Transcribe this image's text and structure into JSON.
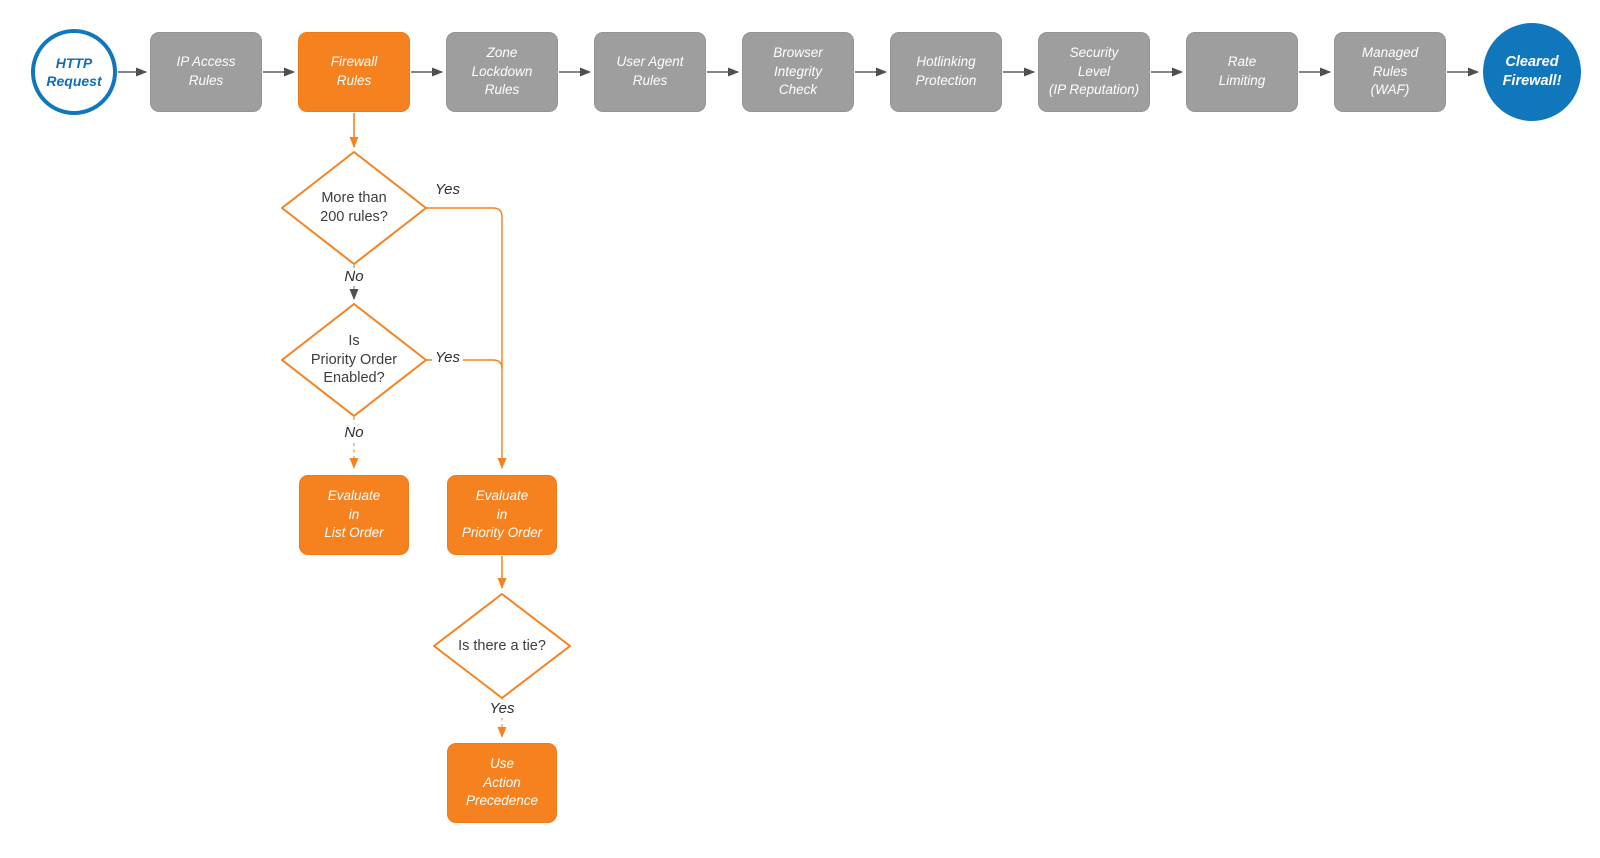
{
  "colors": {
    "accent_orange": "#F6821F",
    "orange_dashed_line": "#F9A55F",
    "stage_gray": "#9E9E9E",
    "brand_blue": "#1177BD",
    "connector_gray": "#4F4F4F",
    "diamond_text": "#3C3C3C"
  },
  "flow": {
    "start": {
      "label": "HTTP\nRequest"
    },
    "stages": [
      {
        "label": "IP Access\nRules"
      },
      {
        "label": "Firewall\nRules"
      },
      {
        "label": "Zone\nLockdown\nRules"
      },
      {
        "label": "User Agent\nRules"
      },
      {
        "label": "Browser\nIntegrity\nCheck"
      },
      {
        "label": "Hotlinking\nProtection"
      },
      {
        "label": "Security\nLevel\n(IP Reputation)"
      },
      {
        "label": "Rate\nLimiting"
      },
      {
        "label": "Managed\nRules\n(WAF)"
      }
    ],
    "end": {
      "label": "Cleared\nFirewall!"
    }
  },
  "branch": {
    "decision1": {
      "question": "More than\n200 rules?",
      "yes": "Yes",
      "no": "No"
    },
    "decision2": {
      "question": "Is\nPriority Order\nEnabled?",
      "yes": "Yes",
      "no": "No"
    },
    "decision3": {
      "question": "Is there a tie?",
      "yes": "Yes"
    },
    "outcome_list": {
      "label": "Evaluate\nin\nList Order"
    },
    "outcome_priority": {
      "label": "Evaluate\nin\nPriority Order"
    },
    "outcome_precedence": {
      "label": "Use\nAction\nPrecedence"
    }
  }
}
